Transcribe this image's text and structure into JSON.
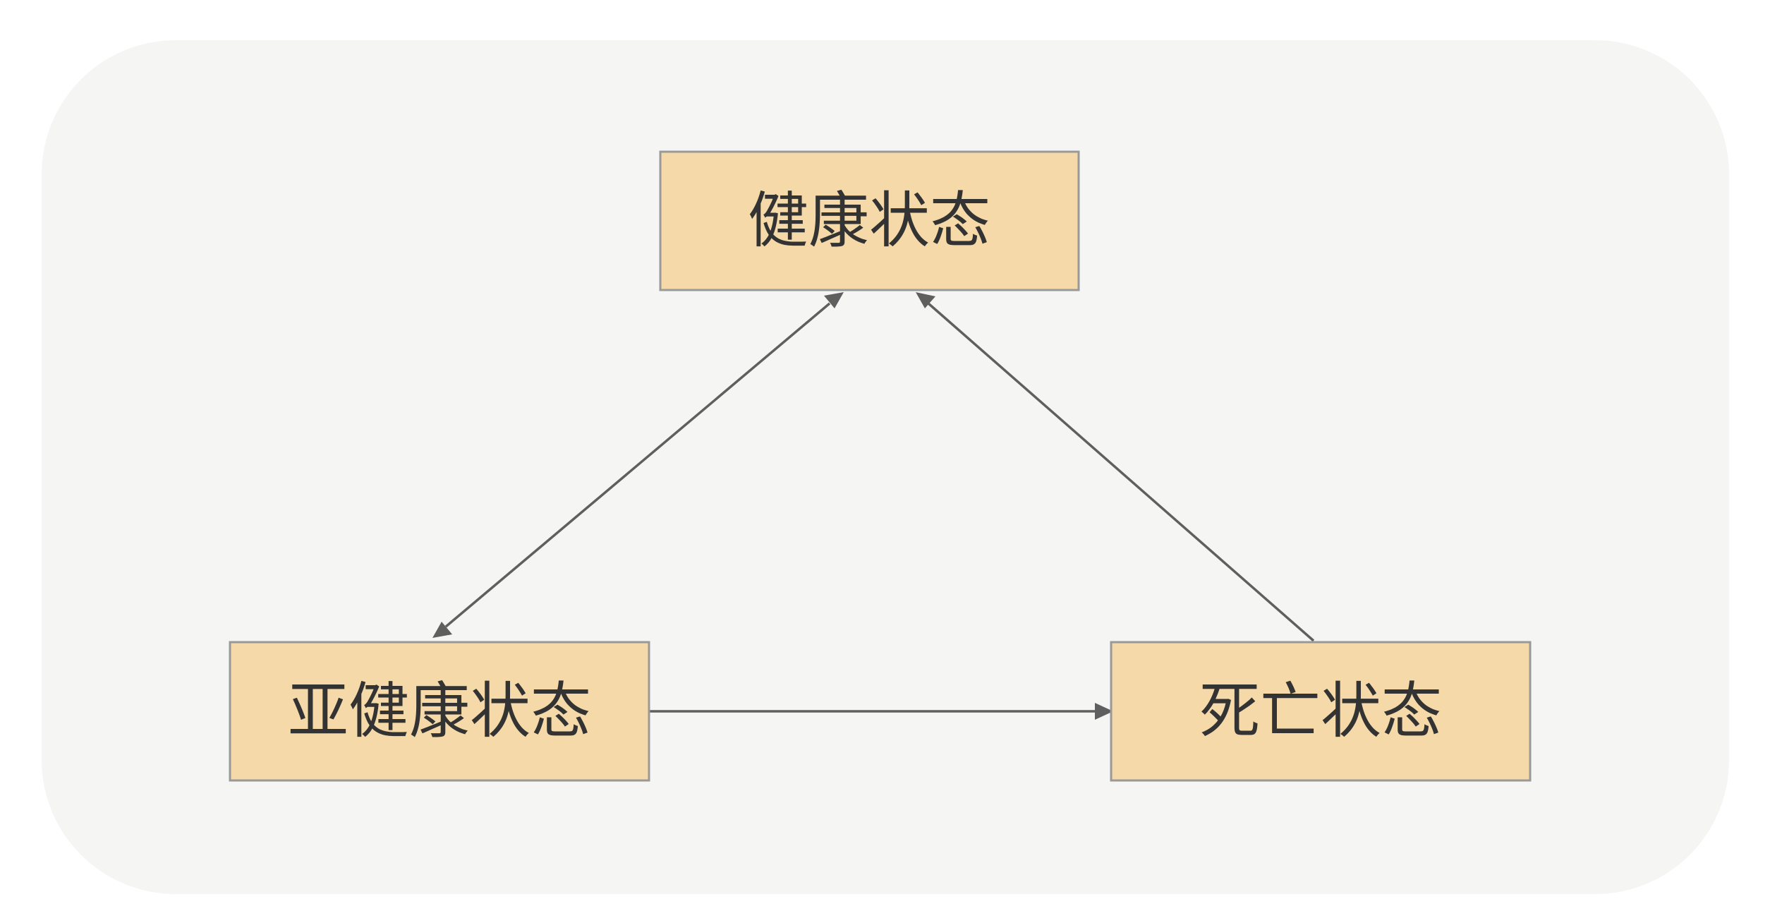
{
  "diagram": {
    "nodes": [
      {
        "id": "healthy",
        "label": "健康状态"
      },
      {
        "id": "subhealthy",
        "label": "亚健康状态"
      },
      {
        "id": "dead",
        "label": "死亡状态"
      }
    ],
    "edges": [
      {
        "from": "healthy",
        "to": "subhealthy",
        "bidirectional": true
      },
      {
        "from": "subhealthy",
        "to": "dead",
        "bidirectional": false
      },
      {
        "from": "dead",
        "to": "healthy",
        "bidirectional": false
      }
    ],
    "colors": {
      "node_fill": "#f5d9a8",
      "node_border": "#999999",
      "edge": "#5f5f5f",
      "background": "#f5f5f4",
      "text": "#333333"
    }
  }
}
